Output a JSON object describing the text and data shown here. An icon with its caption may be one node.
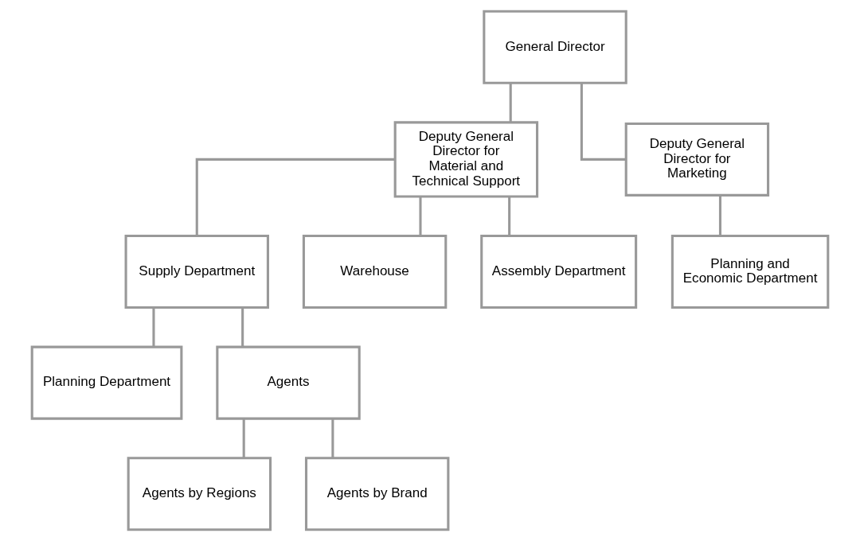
{
  "diagram": {
    "nodes": [
      {
        "text": [
          "General Director"
        ]
      },
      {
        "text": [
          "Deputy General Director for Material and Technical Support"
        ]
      },
      {
        "text": [
          "Deputy General Director for Marketing"
        ]
      },
      {
        "text": [
          "Supply Department"
        ]
      },
      {
        "text": [
          "Warehouse"
        ]
      },
      {
        "text": [
          "Planning and Economic Department"
        ]
      },
      {
        "text": [
          "Planning Department"
        ]
      },
      {
        "text": [
          "Agents"
        ]
      },
      {
        "text": [
          "Agents by Regions"
        ]
      },
      {
        "text": [
          "Agents by Brand"
        ]
      },
      {
        "text": [
          "Assembly Department"
        ]
      }
    ],
    "edges": [
      {
        "from": 0,
        "to": 1,
        "arrow": "none"
      },
      {
        "from": 0,
        "to": 2,
        "arrow": "none"
      },
      {
        "from": 1,
        "to": 3,
        "arrow": "none"
      },
      {
        "from": 1,
        "to": 4,
        "arrow": "none"
      },
      {
        "from": 1,
        "to": 10,
        "arrow": "none"
      },
      {
        "from": 2,
        "to": 5,
        "arrow": "none"
      },
      {
        "from": 3,
        "to": 6,
        "arrow": "none"
      },
      {
        "from": 3,
        "to": 7,
        "arrow": "none"
      },
      {
        "from": 7,
        "to": 8,
        "arrow": "none"
      },
      {
        "from": 7,
        "to": 9,
        "arrow": "none"
      }
    ]
  }
}
